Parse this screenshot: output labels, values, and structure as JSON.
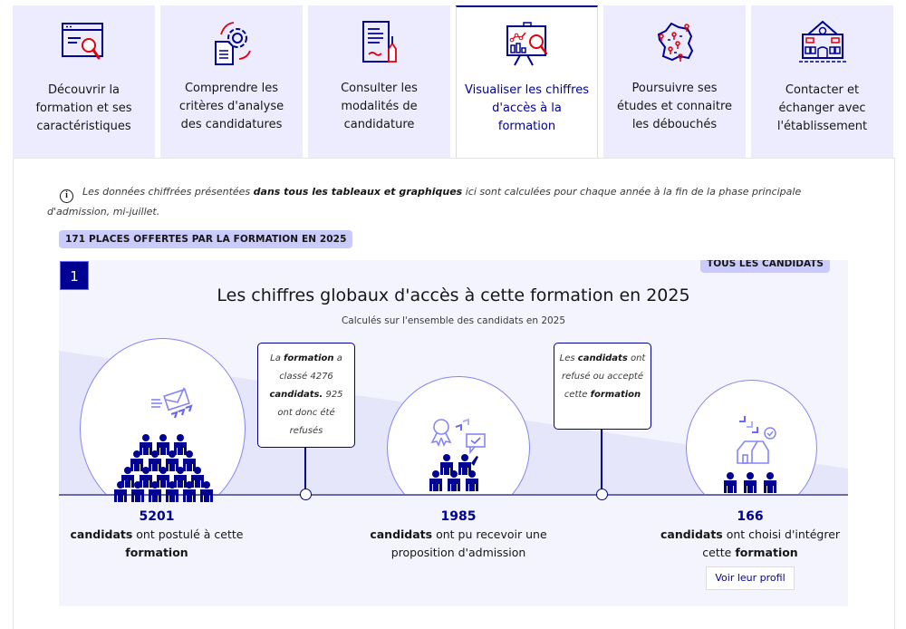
{
  "tabs": [
    {
      "label": "Découvrir la formation et ses caractéristiques",
      "icon": "window-search-icon",
      "active": false
    },
    {
      "label": "Comprendre les critères d'analyse des candidatures",
      "icon": "gear-document-icon",
      "active": false
    },
    {
      "label": "Consulter les modalités de candidature",
      "icon": "document-pen-icon",
      "active": false
    },
    {
      "label": "Visualiser les chiffres d'accès à la formation",
      "icon": "chart-board-icon",
      "active": true
    },
    {
      "label": "Poursuivre ses études et connaitre les débouchés",
      "icon": "france-map-icon",
      "active": false
    },
    {
      "label": "Contacter et échanger avec l'établissement",
      "icon": "school-building-icon",
      "active": false
    }
  ],
  "info": {
    "icon": "info-icon",
    "text_before": "Les données chiffrées présentées ",
    "text_bold": "dans tous les tableaux et graphiques",
    "text_after": " ici sont calculées pour chaque année à la fin de la phase principale d'admission, mi-juillet."
  },
  "places_badge": "171 PLACES OFFERTES PAR LA FORMATION EN 2025",
  "card": {
    "number": "1",
    "audience_badge": "TOUS LES CANDIDATS",
    "title": "Les chiffres globaux d'accès à cette formation en 2025",
    "subtitle": "Calculés sur l'ensemble des candidats en 2025",
    "stats": [
      {
        "value": "5201",
        "bold1": "candidats",
        "text1": " ont postulé à cette ",
        "bold2": "formation",
        "text2": ""
      },
      {
        "value": "1985",
        "bold1": "candidats",
        "text1": " ont pu recevoir une proposition d'admission",
        "bold2": "",
        "text2": ""
      },
      {
        "value": "166",
        "bold1": "candidats",
        "text1": " ont choisi d'intégrer cette ",
        "bold2": "formation",
        "text2": ""
      }
    ],
    "callouts": [
      {
        "t1": "La ",
        "b1": "formation",
        "t2": " a classé 4276 ",
        "b2": "candidats.",
        "t3": " 925 ont donc été refusés"
      },
      {
        "t1": "Les ",
        "b1": "candidats",
        "t2": " ont refusé ou accepté cette ",
        "b2": "formation",
        "t3": ""
      }
    ],
    "profile_button": "Voir leur profil"
  },
  "colors": {
    "primary": "#000091",
    "tab_bg": "#ececfe",
    "badge_bg": "#cacafb",
    "card_bg": "#f4f4fe",
    "accent_red": "#e1000f",
    "circle_stroke": "#8585f6"
  }
}
